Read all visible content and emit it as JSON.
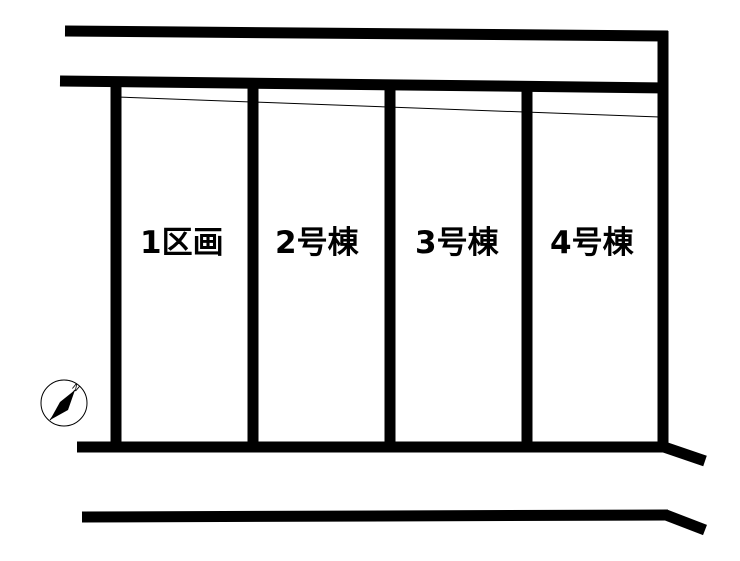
{
  "lots": [
    {
      "label": "1区画"
    },
    {
      "label": "2号棟"
    },
    {
      "label": "3号棟"
    },
    {
      "label": "4号棟"
    }
  ],
  "compass": {
    "north_label": "N"
  },
  "colors": {
    "line": "#000000",
    "background": "#ffffff"
  }
}
